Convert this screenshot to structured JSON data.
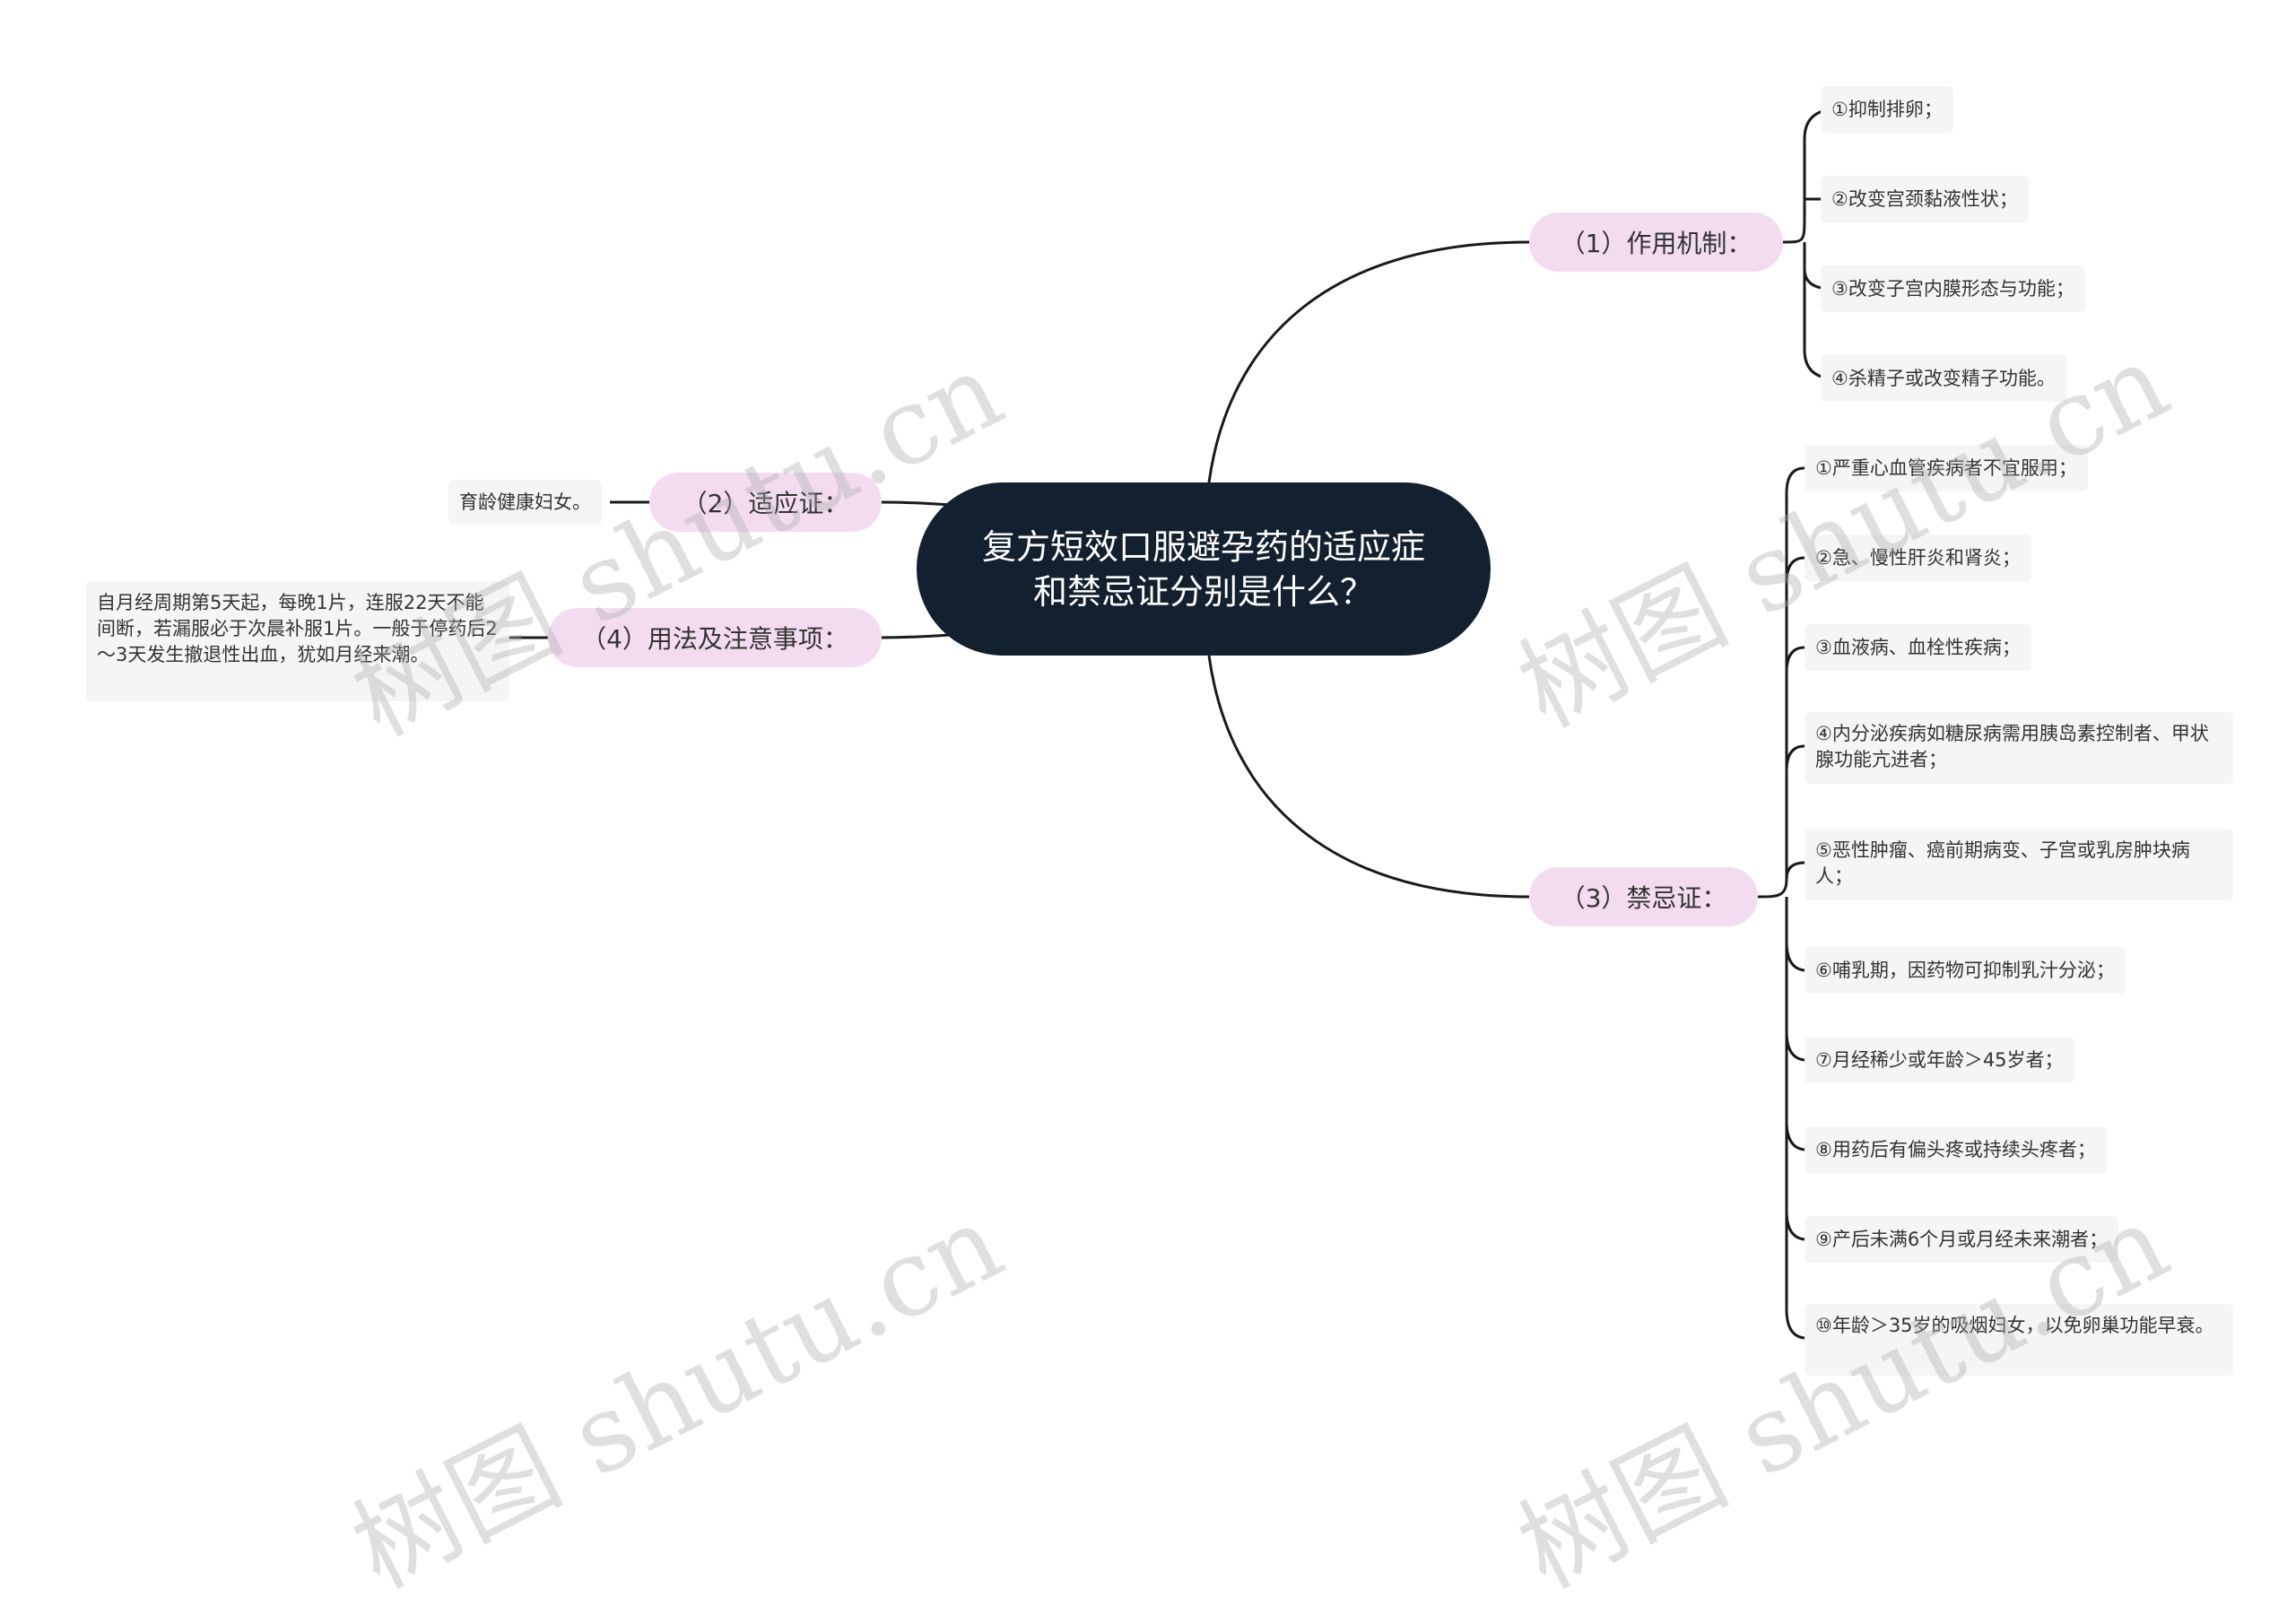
{
  "center": {
    "title": "复方短效口服避孕药的适应症和禁忌证分别是什么？"
  },
  "branches": {
    "mechanism": {
      "label": "（1）作用机制：",
      "items": [
        "①抑制排卵；",
        "②改变宫颈黏液性状；",
        "③改变子宫内膜形态与功能；",
        "④杀精子或改变精子功能。"
      ]
    },
    "indication": {
      "label": "（2）适应证：",
      "items": [
        "育龄健康妇女。"
      ]
    },
    "contraindication": {
      "label": "（3）禁忌证：",
      "items": [
        "①严重心血管疾病者不宜服用；",
        "②急、慢性肝炎和肾炎；",
        "③血液病、血栓性疾病；",
        "④内分泌疾病如糖尿病需用胰岛素控制者、甲状腺功能亢进者；",
        "⑤恶性肿瘤、癌前期病变、子宫或乳房肿块病人；",
        "⑥哺乳期，因药物可抑制乳汁分泌；",
        "⑦月经稀少或年龄＞45岁者；",
        "⑧用药后有偏头疼或持续头疼者；",
        "⑨产后未满6个月或月经未来潮者；",
        "⑩年龄＞35岁的吸烟妇女，以免卵巢功能早衰。"
      ]
    },
    "usage": {
      "label": "（4）用法及注意事项：",
      "items": [
        "自月经周期第5天起，每晚1片，连服22天不能间断，若漏服必于次晨补服1片。一般于停药后2～3天发生撤退性出血，犹如月经来潮。"
      ]
    }
  },
  "watermark": "树图 shutu.cn",
  "colors": {
    "center": "#13202f",
    "branch": "#f3dcef",
    "leaf": "#f5f5f5",
    "line": "#1a1a1a"
  }
}
